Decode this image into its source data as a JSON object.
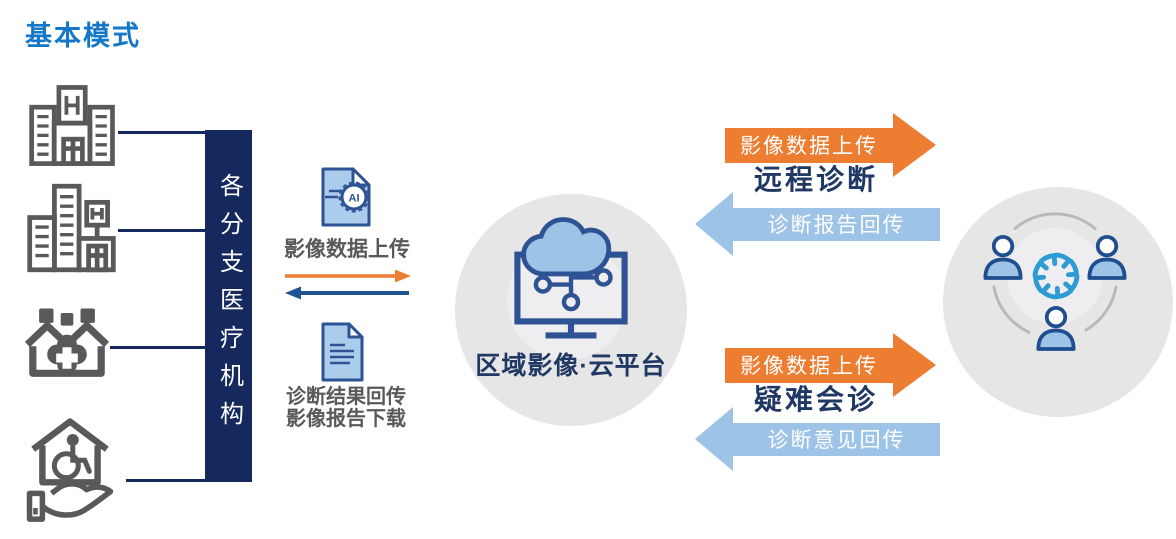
{
  "title": "基本模式",
  "left_group": {
    "bar_label": "各分支医疗机构",
    "icons": [
      "hospital-icon",
      "branch-hospital-icon",
      "community-health-icon",
      "care-home-icon"
    ]
  },
  "exchange": {
    "upload_text": "影像数据上传",
    "return_text_line1": "诊断结果回传",
    "return_text_line2": "影像报告下载",
    "icons": [
      "ai-report-document-icon",
      "report-document-icon",
      "upload-arrow-icon",
      "return-arrow-icon"
    ]
  },
  "platform": {
    "label": "区域影像·云平台",
    "icon": "cloud-monitor-icon"
  },
  "flows": [
    {
      "title": "远程诊断",
      "upstream": "影像数据上传",
      "downstream": "诊断报告回传"
    },
    {
      "title": "疑难会诊",
      "upstream": "影像数据上传",
      "downstream": "诊断意见回传"
    }
  ],
  "experts": {
    "icons": [
      "expert-person-icon",
      "collaboration-ring-icon"
    ]
  },
  "colors": {
    "title_blue": "#1577C8",
    "navy_bar": "#16295E",
    "label_navy": "#1F3864",
    "accent_orange": "#ED7D31",
    "light_blue_arrow": "#9DC3E6",
    "icon_blue": "#2E5395",
    "swirl_blue": "#2E9BD5",
    "icon_gray": "#595959",
    "circle_gray": "#E7E6E6"
  }
}
